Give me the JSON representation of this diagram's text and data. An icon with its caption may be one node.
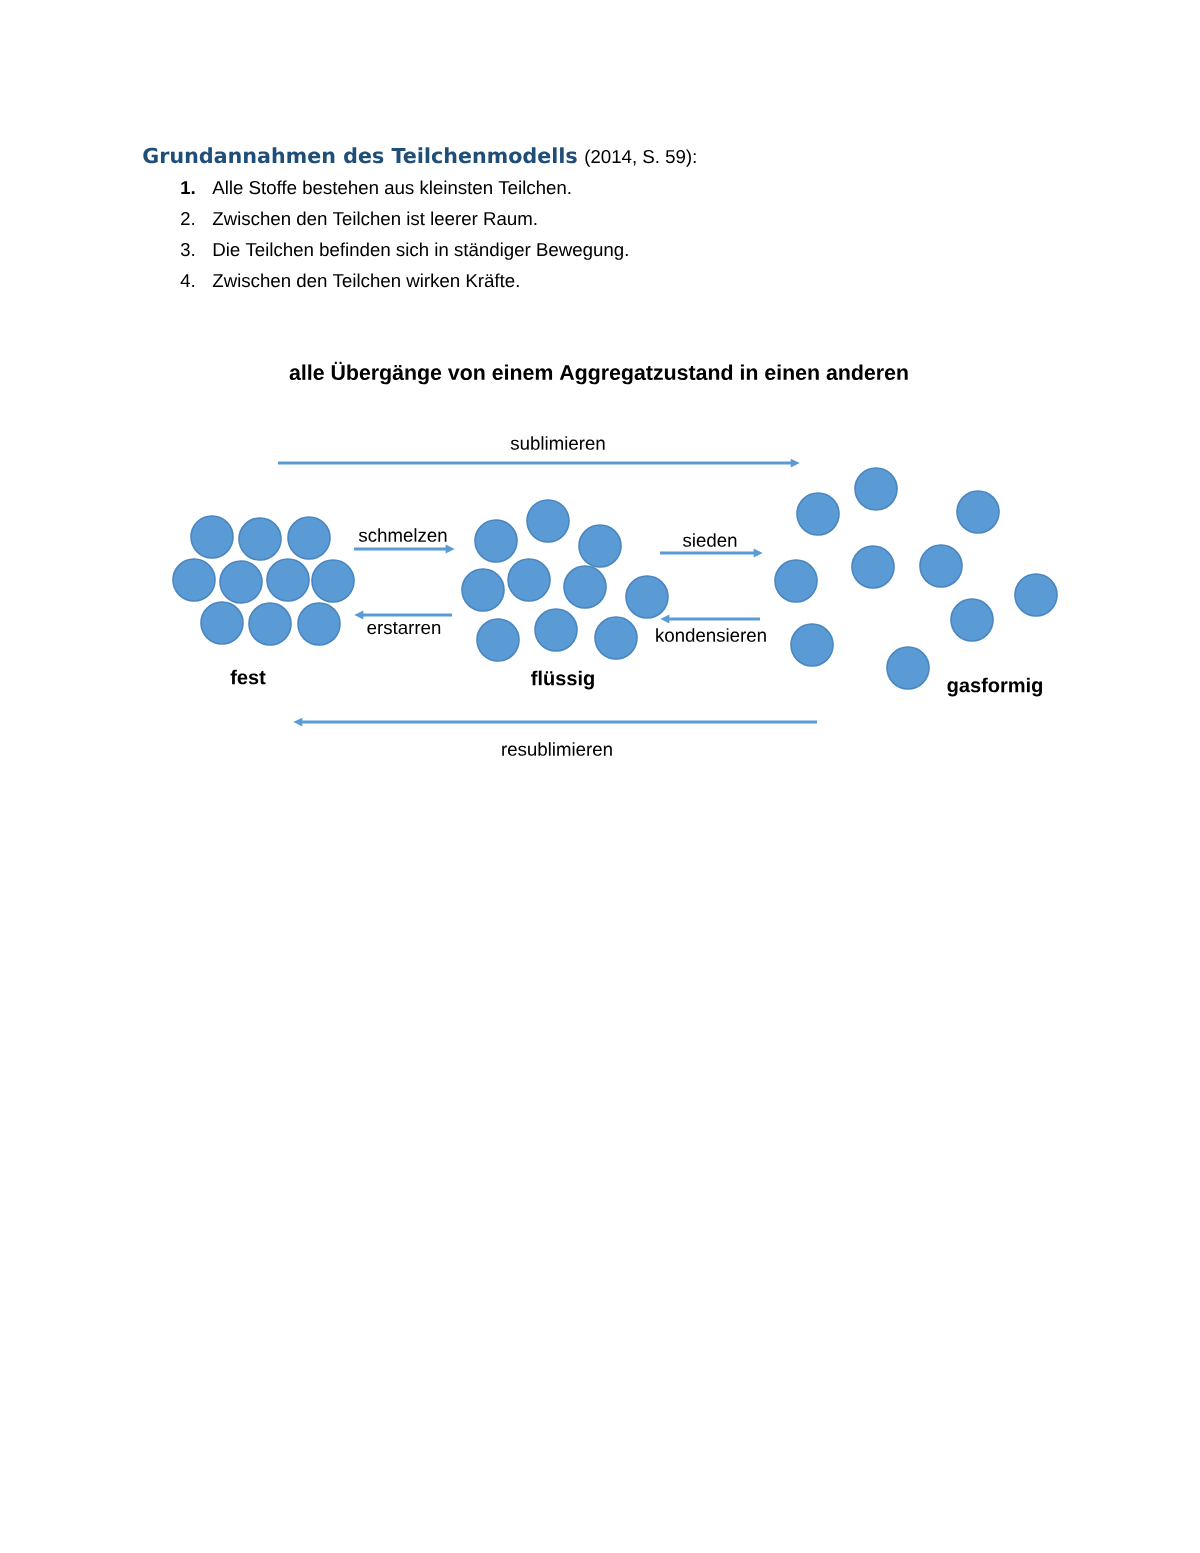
{
  "diagram": {
    "title": "alle Übergänge von einem Aggregatzustand in einen anderen",
    "nodes": [
      {
        "text": [
          "fest"
        ]
      },
      {
        "text": [
          "flüssig"
        ]
      },
      {
        "text": [
          "gasformig"
        ]
      }
    ],
    "edges": [
      {
        "from": 0,
        "to": 1,
        "arrow": "to",
        "label": "schmelzen"
      },
      {
        "from": 1,
        "to": 0,
        "arrow": "to",
        "label": "erstarren"
      },
      {
        "from": 1,
        "to": 2,
        "arrow": "to",
        "label": "sieden"
      },
      {
        "from": 2,
        "to": 1,
        "arrow": "to",
        "label": "kondensieren"
      },
      {
        "from": 0,
        "to": 2,
        "arrow": "to",
        "label": "sublimieren"
      },
      {
        "from": 2,
        "to": 0,
        "arrow": "to",
        "label": "resublimieren"
      }
    ],
    "labels": [
      "Grundannahmen des Teilchenmodells",
      "(2014, S. 59):",
      "1.",
      "Alle Stoffe bestehen aus kleinsten Teilchen.",
      "2.",
      "Zwischen den Teilchen ist leerer Raum.",
      "3.",
      "Die Teilchen befinden sich in ständiger Bewegung.",
      "4.",
      "Zwischen den Teilchen wirken Kräfte."
    ]
  }
}
